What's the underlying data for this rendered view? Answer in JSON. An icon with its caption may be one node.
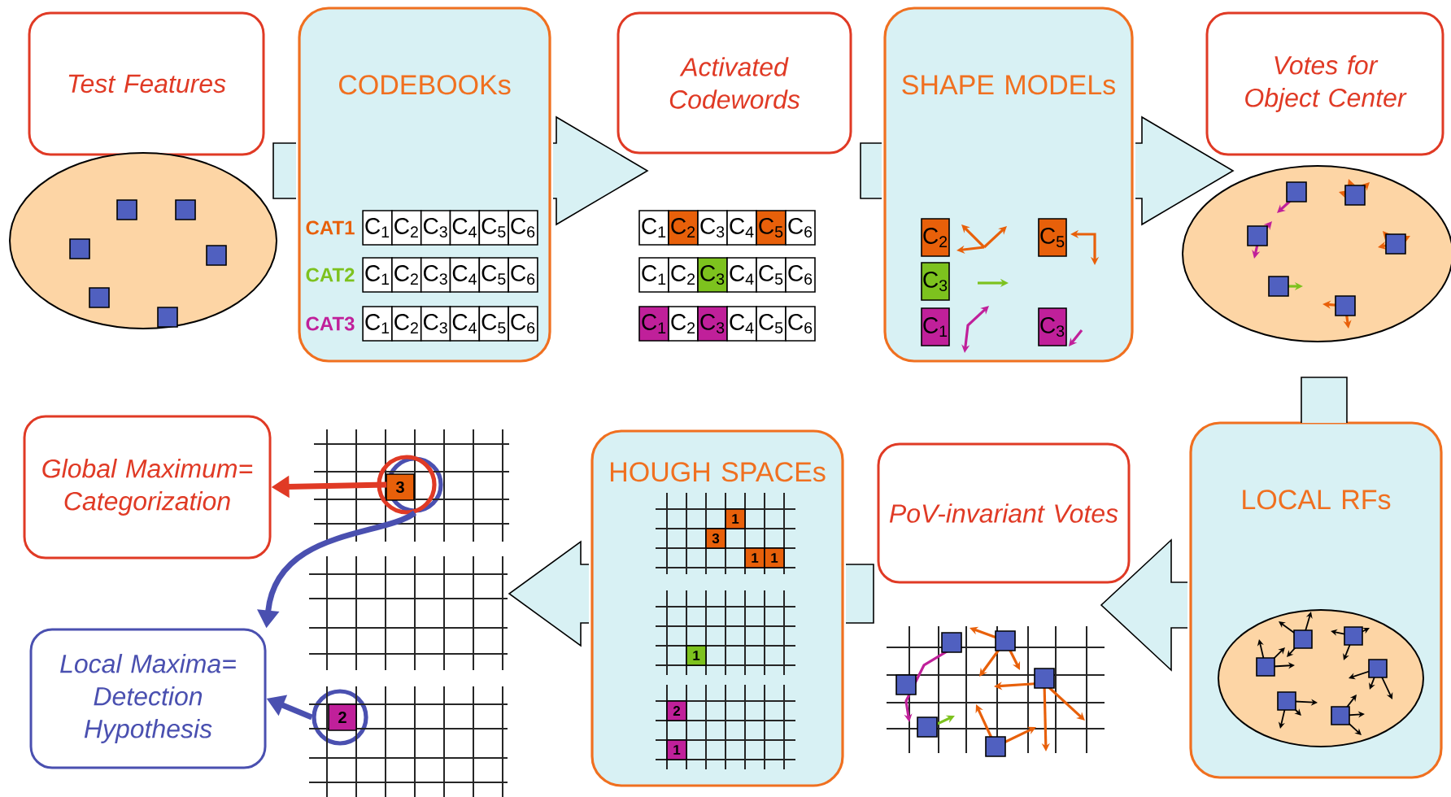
{
  "diagram": {
    "nodes": [
      {
        "text": [
          "Test Features"
        ]
      },
      {
        "text": [],
        "shape": "ellipse"
      },
      {
        "text": [
          "CODEBOOKs"
        ]
      },
      {
        "text": [
          "Activated Codewords"
        ]
      },
      {
        "text": [
          "SHAPE MODELs"
        ]
      },
      {
        "text": [
          "Votes for Object Center"
        ]
      },
      {
        "text": [],
        "shape": "ellipse"
      },
      {
        "text": [
          "LOCAL RFs"
        ]
      },
      {
        "text": [
          "PoV-invariant Votes"
        ]
      },
      {
        "text": [
          "HOUGH SPACEs"
        ]
      },
      {
        "text": [
          "Global Maximum= Categorization"
        ]
      },
      {
        "text": [
          "Local Maxima= Detection Hypothesis"
        ]
      },
      {
        "text": [],
        "shape": "circle"
      },
      {
        "text": [],
        "shape": "picture"
      },
      {
        "text": [],
        "shape": "circle"
      },
      {
        "text": [],
        "shape": "picture"
      }
    ],
    "edges": [
      {
        "from": 1,
        "to": 3,
        "arrow": "to"
      },
      {
        "from": 3,
        "to": 6,
        "arrow": "to"
      },
      {
        "from": 6,
        "to": 15,
        "arrow": "to"
      },
      {
        "from": 15,
        "to": 13,
        "arrow": "to"
      },
      {
        "from": 12,
        "to": 10,
        "arrow": "to",
        "color": "#e03a25"
      },
      {
        "from": 12,
        "to": 11,
        "arrow": "to",
        "color": "#4a50b0"
      },
      {
        "from": 14,
        "to": 11,
        "arrow": "to",
        "color": "#4a50b0"
      }
    ],
    "labels": [
      "CAT1",
      "CAT2",
      "CAT3",
      "C$_{1}$",
      "C$_{2}$",
      "C$_{3}$",
      "C$_{4}$",
      "C$_{5}$",
      "C$_{6}$",
      "C$_{1}$",
      "C$_{2}$",
      "C$_{3}$",
      "C$_{4}$",
      "C$_{5}$",
      "C$_{6}$",
      "C$_{1}$",
      "C$_{2}$",
      "C$_{3}$",
      "C$_{4}$",
      "C$_{5}$",
      "C$_{6}$",
      "C$_{1}$",
      "C$_{2}$",
      "C$_{3}$",
      "C$_{4}$",
      "C$_{5}$",
      "C$_{6}$",
      "C$_{1}$",
      "C$_{2}$",
      "C$_{3}$",
      "C$_{4}$",
      "C$_{5}$",
      "C$_{6}$",
      "C$_{1}$",
      "C$_{2}$",
      "C$_{3}$",
      "C$_{4}$",
      "C$_{5}$",
      "C$_{6}$",
      "C$_{2}$",
      "C$_{5}$",
      "C$_{3}$",
      "C$_{1}$",
      "C$_{3}$",
      "1",
      "3",
      "1",
      "1",
      "1",
      "2",
      "1",
      "3",
      "2"
    ]
  }
}
